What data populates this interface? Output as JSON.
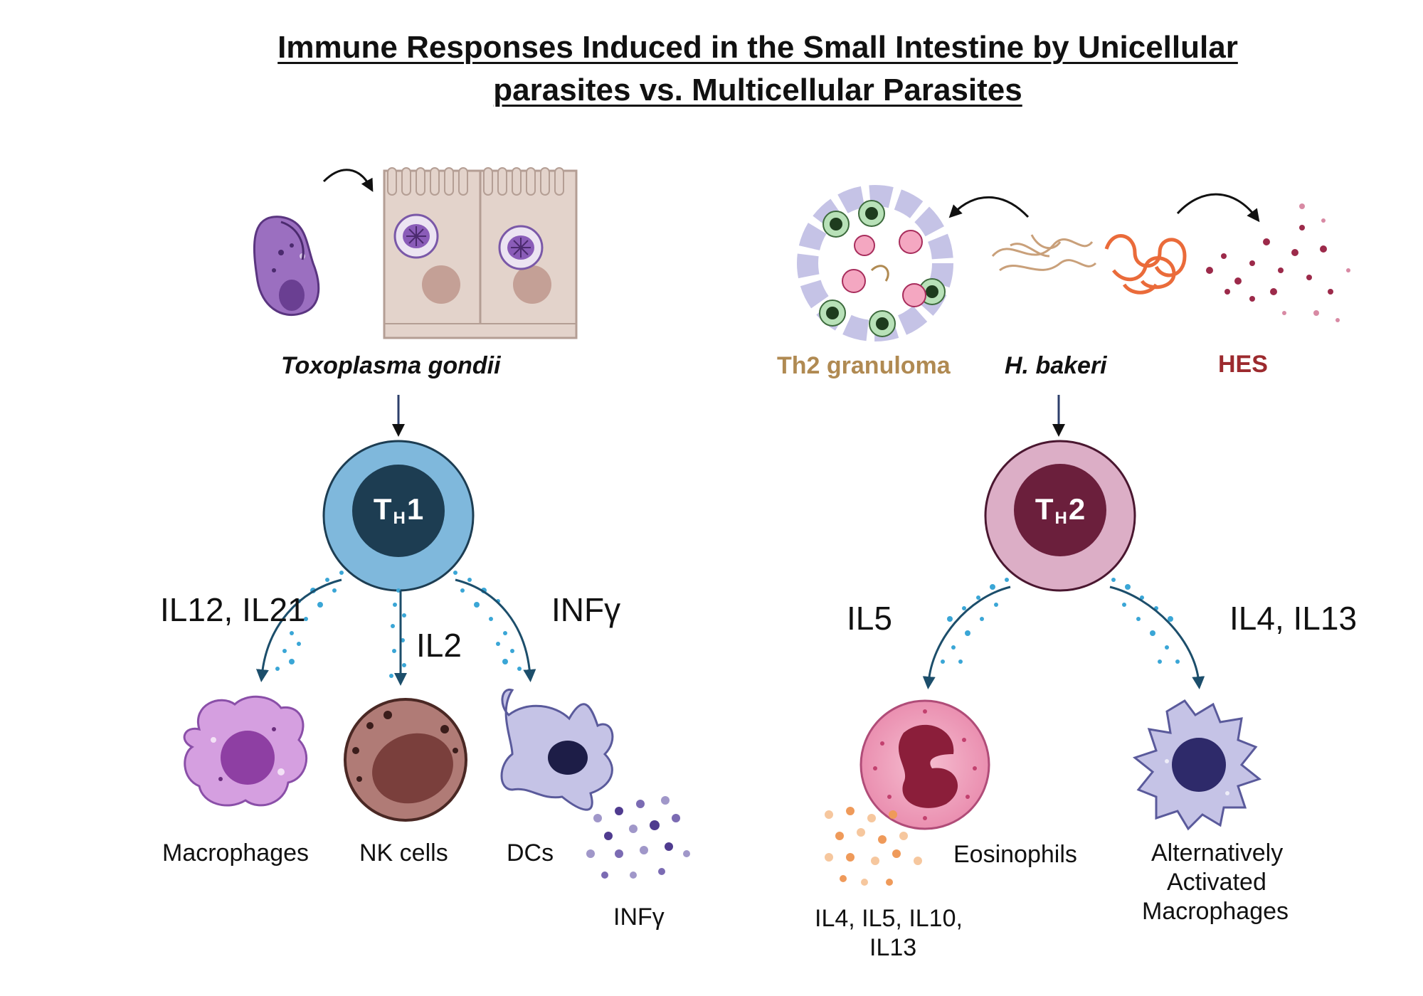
{
  "title": {
    "line1": "Immune Responses Induced in the Small Intestine by Unicellular ",
    "line2": "parasites vs. Multicellular Parasites"
  },
  "left": {
    "organism": "Toxoplasma gondii",
    "th_main": "T",
    "th_sub": "H",
    "th_num": "1",
    "cyto_left": "IL12, IL21",
    "cyto_mid": "IL2",
    "cyto_right": "INFγ",
    "cells": [
      "Macrophages",
      "NK cells",
      "DCs"
    ],
    "dc_secreted": "INFγ"
  },
  "right": {
    "granuloma": "Th2 granuloma",
    "organism": "H. bakeri",
    "hes": "HES",
    "th_main": "T",
    "th_sub": "H",
    "th_num": "2",
    "cyto_left": "IL5",
    "cyto_right": "IL4, IL13",
    "eos_label": "Eosinophils",
    "eos_secreted_line1": "IL4, IL5, IL10,",
    "eos_secreted_line2": "IL13",
    "aam_line1": "Alternatively",
    "aam_line2": "Activated",
    "aam_line3": "Macrophages"
  },
  "colors": {
    "th1_outer": "#7fb8dc",
    "th1_inner": "#1d3d52",
    "th2_outer": "#dcaec6",
    "th2_inner": "#6b1f3c",
    "arrow": "#1c4e6b",
    "dots": "#3aa6d6"
  }
}
